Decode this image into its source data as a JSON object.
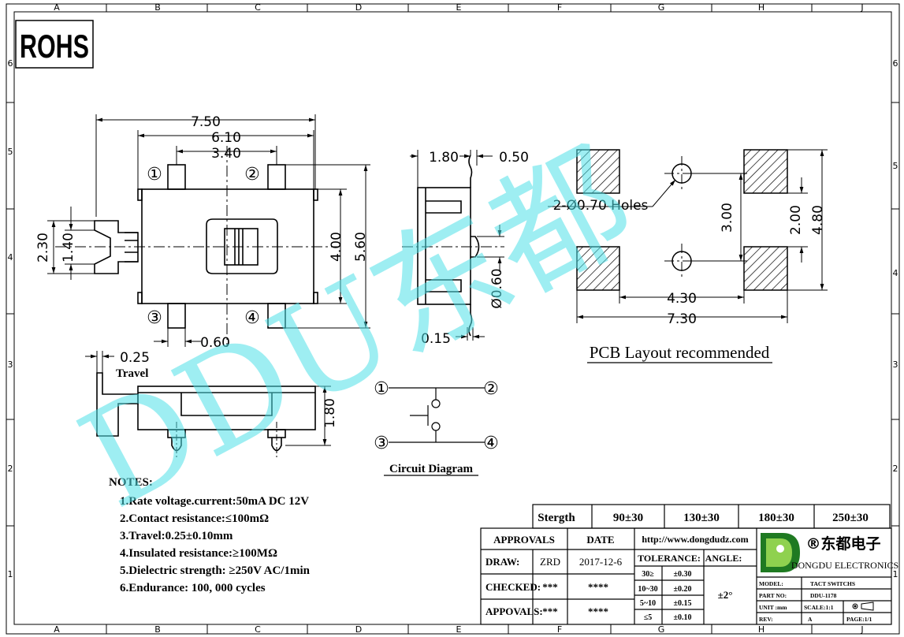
{
  "frame": {
    "cols": [
      "A",
      "B",
      "C",
      "D",
      "E",
      "F",
      "G",
      "H",
      "J"
    ],
    "rows": [
      "6",
      "5",
      "4",
      "3",
      "2",
      "1"
    ]
  },
  "rohs": "ROHS",
  "watermark": "DDU东都",
  "front": {
    "w750": "7.50",
    "w610": "6.10",
    "w340": "3.40",
    "h230": "2.30",
    "h140": "1.40",
    "h400": "4.00",
    "h560": "5.60",
    "w060": "0.60",
    "pins": [
      "①",
      "②",
      "③",
      "④"
    ]
  },
  "side": {
    "d180": "1.80",
    "d050": "0.50",
    "d060": "Ø0.60",
    "d015": "0.15"
  },
  "pcb": {
    "holes": "2-Ø0.70 Holes",
    "d300": "3.00",
    "d200": "2.00",
    "d480": "4.80",
    "d430": "4.30",
    "d730": "7.30",
    "caption": "PCB Layout recommended"
  },
  "bottom": {
    "d025": "0.25",
    "travel": "Travel",
    "d180": "1.80"
  },
  "circuit": {
    "pins": [
      "①",
      "②",
      "③",
      "④"
    ],
    "caption": "Circuit Diagram"
  },
  "notes": {
    "title": "NOTES:",
    "items": [
      "1.Rate voltage.current:50mA DC 12V",
      "2.Contact resistance:≤100mΩ",
      "3.Travel:0.25±0.10mm",
      "4.Insulated resistance:≥100MΩ",
      "5.Dielectric strength: ≥250V AC/1min",
      "6.Endurance: 100, 000 cycles"
    ]
  },
  "strength": {
    "label": "Stergth",
    "values": [
      "90±30",
      "130±30",
      "180±30",
      "250±30"
    ]
  },
  "titleblock": {
    "approvals_h": "APPROVALS",
    "date_h": "DATE",
    "draw": "DRAW:",
    "draw_name": "ZRD",
    "draw_date": "2017-12-6",
    "checked": "CHECKED:",
    "checked_name": "***",
    "checked_date": "****",
    "approvals": "APPOVALS:",
    "approvals_name": "***",
    "approvals_date": "****",
    "url": "http://www.dongdudz.com",
    "tolerance": "TOLERANCE:",
    "angle": "ANGLE:",
    "angle_val": "±2°",
    "tol_rows": [
      [
        "30≥",
        "±0.30"
      ],
      [
        "10~30",
        "±0.20"
      ],
      [
        "5~10",
        "±0.15"
      ],
      [
        "≤5",
        "±0.10"
      ]
    ],
    "brand_cn": "®东都电子",
    "brand_en": "DONGDU ELECTRONICS",
    "model_l": "MODEL:",
    "model_v": "TACT SWITCHS",
    "part_l": "PART NO:",
    "part_v": "DDU-1178",
    "unit_l": "UNIT :mm",
    "scale_l": "SCALE:1:1",
    "rev_l": "REV:",
    "rev_v": "A",
    "page_l": "PAGE:1/1"
  }
}
